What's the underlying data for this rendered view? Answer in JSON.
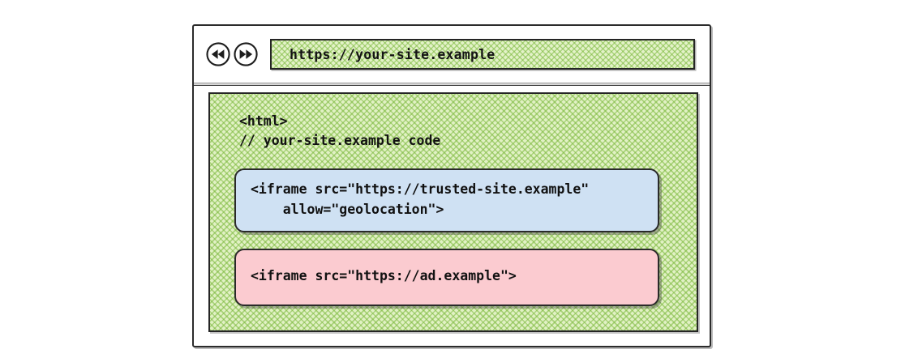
{
  "browser": {
    "toolbar": {
      "back_icon": "rewind-icon",
      "forward_icon": "fast-forward-icon",
      "url_value": "https://your-site.example",
      "url_placeholder": "https://your-site.example"
    },
    "page": {
      "code_lines": [
        "<html>",
        "// your-site.example code"
      ],
      "iframes": [
        {
          "id": "trusted",
          "color": "#cfe1f3",
          "lines": [
            "<iframe src=\"https://trusted-site.example\"",
            "    allow=\"geolocation\">"
          ]
        },
        {
          "id": "ad",
          "color": "#fbcbd0",
          "lines": [
            "<iframe src=\"https://ad.example\">"
          ]
        }
      ]
    }
  },
  "colors": {
    "frame_border": "#2b2b2b",
    "page_hatch_green": "#7cb93e",
    "trusted_iframe_fill": "#cfe1f3",
    "ad_iframe_fill": "#fbcbd0",
    "canvas_background": "#ffffff"
  }
}
